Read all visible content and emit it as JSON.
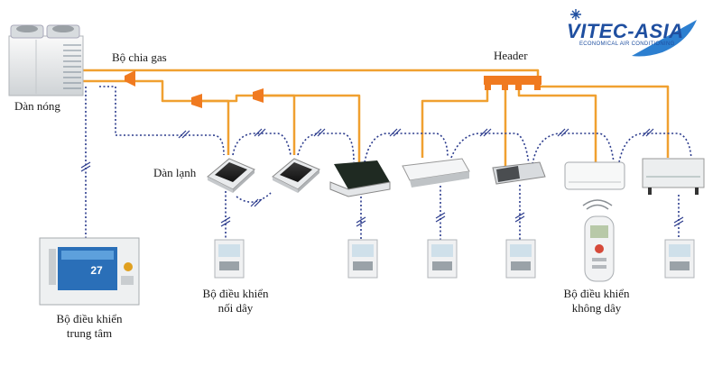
{
  "labels": {
    "outdoor_unit": "Dàn nóng",
    "gas_splitter": "Bộ chia gas",
    "header": "Header",
    "indoor_unit": "Dàn lạnh",
    "central_controller_line1": "Bộ điều khiển",
    "central_controller_line2": "trung tâm",
    "wired_controller_line1": "Bộ điều khiển",
    "wired_controller_line2": "nối dây",
    "wireless_controller_line1": "Bộ điều khiển",
    "wireless_controller_line2": "không dây"
  },
  "logo": {
    "name": "VITEC-ASIA",
    "tagline": "ECONOMICAL AIR CONDITIONING"
  },
  "central_controller_screen": {
    "temperature": "27"
  },
  "colors": {
    "refrigerant_pipe": "#f0a030",
    "control_wire": "#2a3a8c",
    "brand": "#1f4fa0"
  }
}
